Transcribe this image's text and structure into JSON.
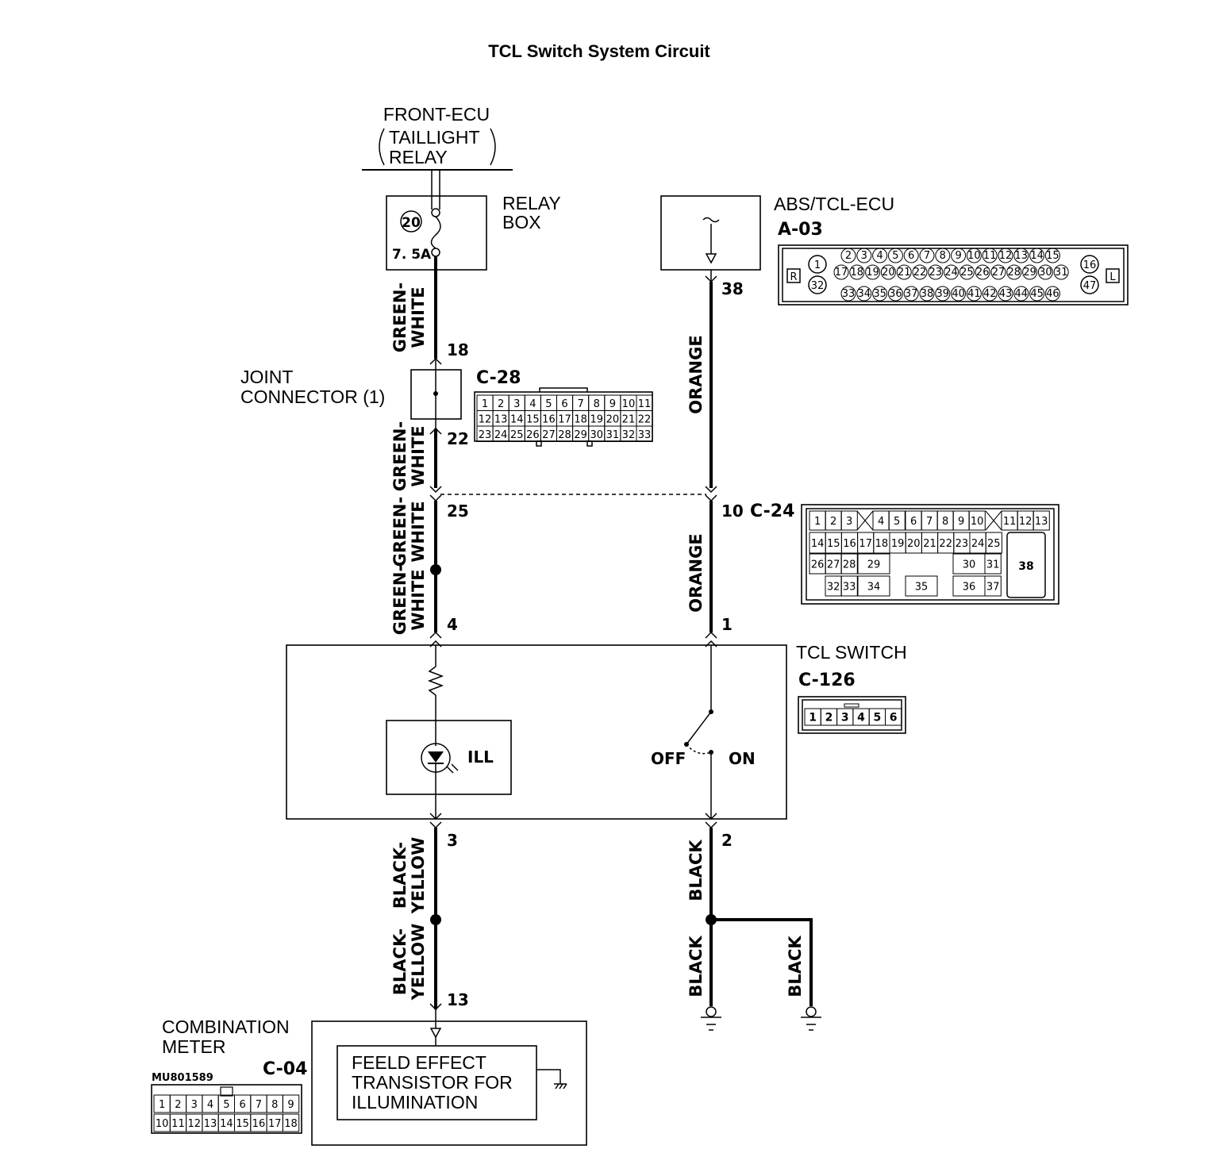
{
  "title": "TCL Switch System Circuit",
  "front_ecu": {
    "line1": "FRONT-ECU",
    "line2": "TAILLIGHT",
    "line3": "RELAY"
  },
  "relay_box": {
    "label1": "RELAY",
    "label2": "BOX",
    "fuse_number": "20",
    "fuse_rating": "7. 5A"
  },
  "abs_ecu": {
    "label": "ABS/TCL-ECU",
    "connector": "A-03",
    "row1": [
      "2",
      "3",
      "4",
      "5",
      "6",
      "7",
      "8",
      "9",
      "10",
      "11",
      "12",
      "13",
      "14",
      "15"
    ],
    "row2": [
      "17",
      "18",
      "19",
      "20",
      "21",
      "22",
      "23",
      "24",
      "25",
      "26",
      "27",
      "28",
      "29",
      "30",
      "31"
    ],
    "row3": [
      "33",
      "34",
      "35",
      "36",
      "37",
      "38",
      "39",
      "40",
      "41",
      "42",
      "43",
      "44",
      "45",
      "46"
    ],
    "left_top": "1",
    "left_bottom": "32",
    "right_top": "16",
    "right_bottom": "47",
    "side_left": "R",
    "side_right": "L"
  },
  "joint_connector": {
    "line1": "JOINT",
    "line2": "CONNECTOR (1)",
    "connector": "C-28",
    "rows": [
      [
        "1",
        "2",
        "3",
        "4",
        "5",
        "6",
        "7",
        "8",
        "9",
        "10",
        "11"
      ],
      [
        "12",
        "13",
        "14",
        "15",
        "16",
        "17",
        "18",
        "19",
        "20",
        "21",
        "22"
      ],
      [
        "23",
        "24",
        "25",
        "26",
        "27",
        "28",
        "29",
        "30",
        "31",
        "32",
        "33"
      ]
    ]
  },
  "c24": {
    "connector": "C-24",
    "row1": [
      "1",
      "2",
      "3",
      "4",
      "5",
      "6",
      "7",
      "8",
      "9",
      "10",
      "11",
      "12",
      "13"
    ],
    "row2": [
      "14",
      "15",
      "16",
      "17",
      "18",
      "19",
      "20",
      "21",
      "22",
      "23",
      "24",
      "25"
    ],
    "row3": [
      "26",
      "27",
      "28",
      "29",
      "30",
      "31"
    ],
    "row4": [
      "32",
      "33",
      "34",
      "35",
      "36",
      "37"
    ],
    "big": "38"
  },
  "tcl_switch": {
    "label": "TCL SWITCH",
    "connector": "C-126",
    "pins": [
      "1",
      "2",
      "3",
      "4",
      "5",
      "6"
    ],
    "ill": "ILL",
    "off": "OFF",
    "on": "ON"
  },
  "combination_meter": {
    "line1": "COMBINATION",
    "line2": "METER",
    "connector": "C-04",
    "code": "MU801589",
    "row1": [
      "1",
      "2",
      "3",
      "4",
      "5",
      "6",
      "7",
      "8",
      "9"
    ],
    "row2": [
      "10",
      "11",
      "12",
      "13",
      "14",
      "15",
      "16",
      "17",
      "18"
    ],
    "fet1": "FEELD EFFECT",
    "fet2": "TRANSISTOR FOR",
    "fet3": "ILLUMINATION"
  },
  "wires": {
    "gw1": [
      "GREEN-",
      "WHITE"
    ],
    "gw2": [
      "GREEN-",
      "WHITE"
    ],
    "gw3": [
      "GREEN-",
      "WHITE"
    ],
    "gw4": [
      "GREEN-",
      "WHITE"
    ],
    "orange1": "ORANGE",
    "orange2": "ORANGE",
    "by1": [
      "BLACK-",
      "YELLOW"
    ],
    "by2": [
      "BLACK-",
      "YELLOW"
    ],
    "black1": "BLACK",
    "black2": "BLACK",
    "black3": "BLACK"
  },
  "pins": {
    "p18": "18",
    "p22": "22",
    "p25": "25",
    "p4": "4",
    "p3": "3",
    "p13": "13",
    "p38": "38",
    "p10": "10",
    "p1": "1",
    "p2": "2"
  }
}
